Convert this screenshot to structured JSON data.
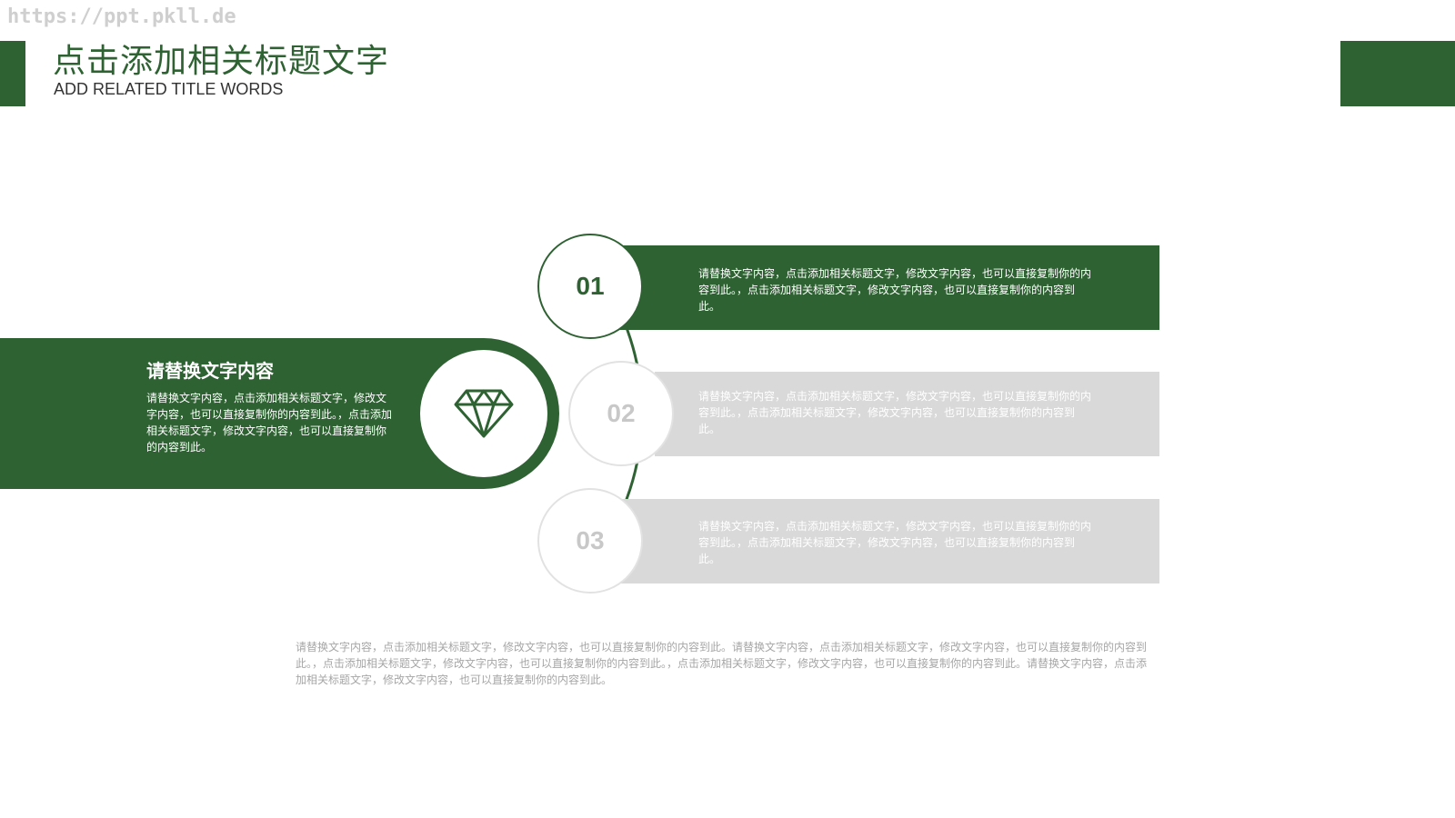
{
  "watermark": "https://ppt.pkll.de",
  "header": {
    "title_cn": "点击添加相关标题文字",
    "title_en": "ADD RELATED TITLE WORDS"
  },
  "left_panel": {
    "heading": "请替换文字内容",
    "body": "请替换文字内容，点击添加相关标题文字，修改文字内容，也可以直接复制你的内容到此。，点击添加相关标题文字，修改文字内容，也可以直接复制你的内容到此。",
    "icon": "diamond-icon"
  },
  "items": [
    {
      "number": "01",
      "text": "请替换文字内容，点击添加相关标题文字，修改文字内容，也可以直接复制你的内容到此。，点击添加相关标题文字，修改文字内容，也可以直接复制你的内容到此。",
      "active": true
    },
    {
      "number": "02",
      "text": "请替换文字内容，点击添加相关标题文字，修改文字内容，也可以直接复制你的内容到此。，点击添加相关标题文字，修改文字内容，也可以直接复制你的内容到此。",
      "active": false
    },
    {
      "number": "03",
      "text": "请替换文字内容，点击添加相关标题文字，修改文字内容，也可以直接复制你的内容到此。，点击添加相关标题文字，修改文字内容，也可以直接复制你的内容到此。",
      "active": false
    }
  ],
  "footer": {
    "text": "请替换文字内容，点击添加相关标题文字，修改文字内容，也可以直接复制你的内容到此。请替换文字内容，点击添加相关标题文字，修改文字内容，也可以直接复制你的内容到此。，点击添加相关标题文字，修改文字内容，也可以直接复制你的内容到此。，点击添加相关标题文字，修改文字内容，也可以直接复制你的内容到此。请替换文字内容，点击添加相关标题文字，修改文字内容，也可以直接复制你的内容到此。"
  },
  "colors": {
    "accent": "#2e6232",
    "inactive_bar": "#d9d9d9",
    "inactive_number": "#c8c8c8",
    "muted_text": "#a6a6a6"
  }
}
